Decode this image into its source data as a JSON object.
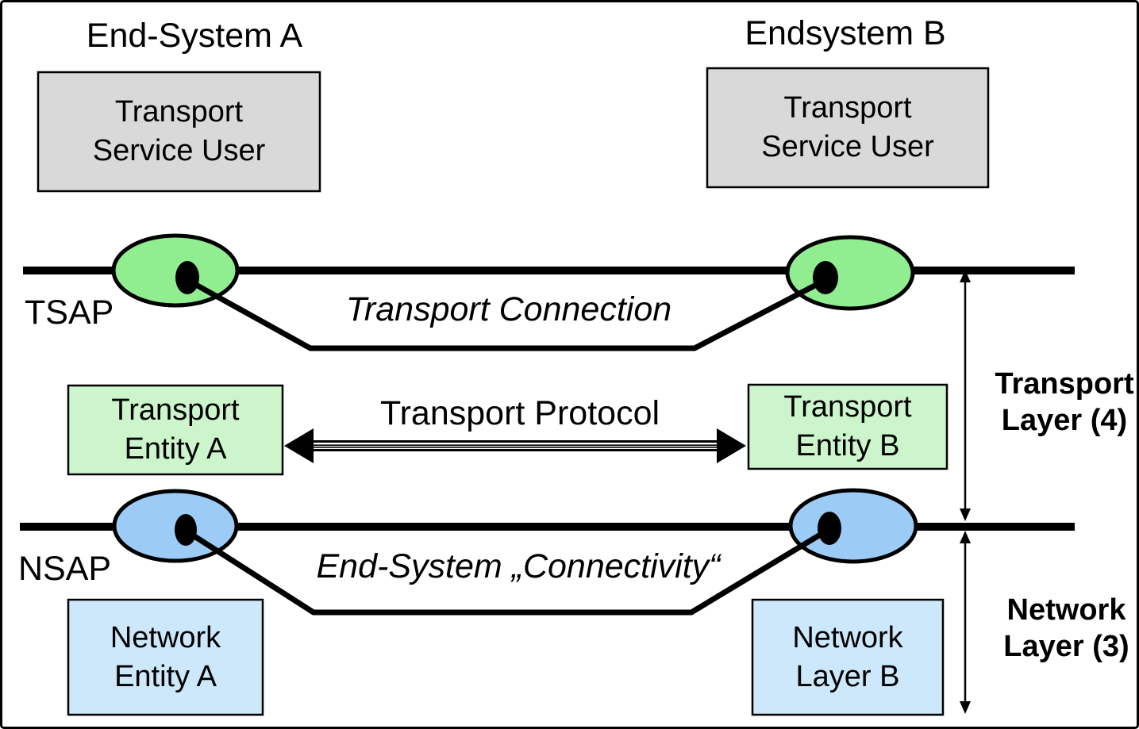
{
  "titles": {
    "end_system_a": "End-System A",
    "end_system_b": "Endsystem B"
  },
  "boxes": {
    "transport_service_user_a": {
      "line1": "Transport",
      "line2": "Service User"
    },
    "transport_service_user_b": {
      "line1": "Transport",
      "line2": "Service User"
    },
    "transport_entity_a": {
      "line1": "Transport",
      "line2": "Entity A"
    },
    "transport_entity_b": {
      "line1": "Transport",
      "line2": "Entity B"
    },
    "network_entity_a": {
      "line1": "Network",
      "line2": "Entity A"
    },
    "network_layer_b": {
      "line1": "Network",
      "line2": "Layer B"
    }
  },
  "labels": {
    "tsap": "TSAP",
    "nsap": "NSAP",
    "transport_connection": "Transport Connection",
    "transport_protocol": "Transport Protocol",
    "end_system_connectivity": "End-System „Connectivity“",
    "transport_layer": {
      "line1": "Transport",
      "line2": "Layer (4)"
    },
    "network_layer": {
      "line1": "Network",
      "line2": "Layer (3)"
    }
  },
  "colors": {
    "gray_box": "#d9d9d9",
    "green_ellipse": "#90ee90",
    "green_box": "#ccf5cc",
    "blue_ellipse": "#9cccf5",
    "blue_box": "#cce8fa",
    "black": "#000000",
    "white": "#ffffff"
  }
}
